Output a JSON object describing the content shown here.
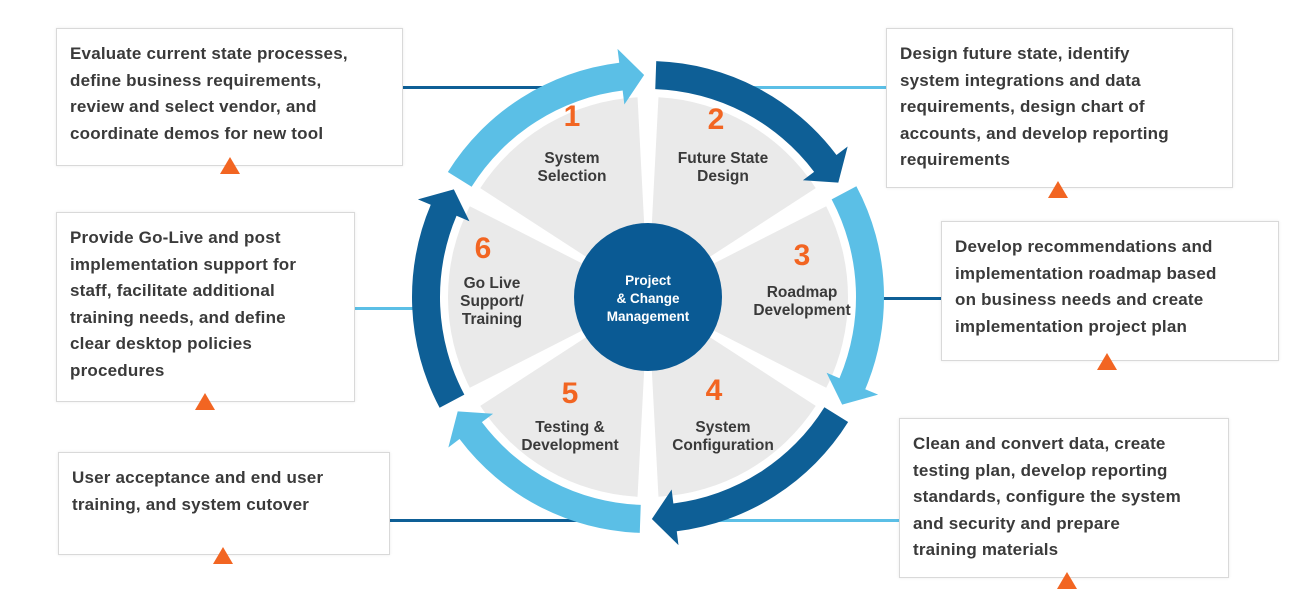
{
  "colors": {
    "dark_blue": "#0e5f96",
    "light_blue": "#5bbfe6",
    "segment_gray": "#eaeaea",
    "center_blue": "#0a5a94",
    "number_orange": "#f26522",
    "triangle_orange": "#f26522",
    "text_gray": "#3a3a3a"
  },
  "center": {
    "line1": "Project",
    "line2": "& Change",
    "line3": "Management"
  },
  "phases": [
    {
      "number": "1",
      "line1": "System",
      "line2": "Selection",
      "line3": "",
      "arrow_color": "dark_blue"
    },
    {
      "number": "2",
      "line1": "Future State",
      "line2": "Design",
      "line3": "",
      "arrow_color": "light_blue"
    },
    {
      "number": "3",
      "line1": "Roadmap",
      "line2": "Development",
      "line3": "",
      "arrow_color": "dark_blue"
    },
    {
      "number": "4",
      "line1": "System",
      "line2": "Configuration",
      "line3": "",
      "arrow_color": "light_blue"
    },
    {
      "number": "5",
      "line1": "Testing &",
      "line2": "Development",
      "line3": "",
      "arrow_color": "dark_blue"
    },
    {
      "number": "6",
      "line1": "Go Live",
      "line2": "Support/",
      "line3": "Training",
      "arrow_color": "light_blue"
    }
  ],
  "descriptions": {
    "phase1": [
      "Evaluate current state processes,",
      "define business requirements,",
      "review and select vendor, and",
      "coordinate demos for new tool"
    ],
    "phase2": [
      "Design future state, identify",
      "system integrations and data",
      "requirements, design chart of",
      "accounts, and develop reporting",
      "requirements"
    ],
    "phase3": [
      "Develop recommendations and",
      "implementation roadmap based",
      "on business needs and create",
      "implementation project plan"
    ],
    "phase4": [
      "Clean and convert data, create",
      "testing plan, develop reporting",
      "standards, configure the system",
      "and security and prepare",
      "training materials"
    ],
    "phase5": [
      "User acceptance and end user",
      "training, and system cutover"
    ],
    "phase6": [
      "Provide Go-Live and post",
      "implementation support for",
      "staff, facilitate additional",
      "training needs, and define",
      "clear desktop policies",
      "procedures"
    ]
  }
}
